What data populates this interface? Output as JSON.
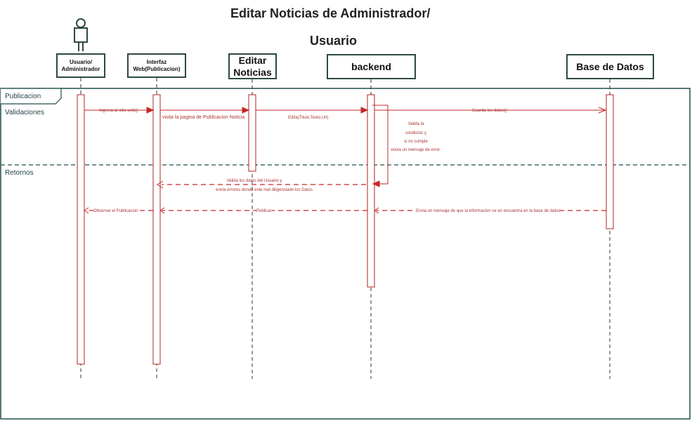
{
  "title_line1": "Editar Noticias de Administrador/",
  "title_line2": "Usuario",
  "participants": {
    "usuario": "Usuario/\nAdministrador",
    "interfaz": "Interfaz\nWeb(Publicacion)",
    "editar": "Editar\nNoticias",
    "backend": "backend",
    "base": "Base de Datos"
  },
  "frame": {
    "name": "Publicacion",
    "section1": "Validaciones",
    "section2": "Retornos"
  },
  "messages": {
    "m1": "Ingresa al sitio web()",
    "m2": "visita la pagina de Publicacion Noticia",
    "m3": "Edita(Titulo,Texto,Url)",
    "m4": "Guarda los datos()",
    "self1": "Valida la",
    "self2": "condicion y",
    "self3": "si no cumple",
    "self4": "envia un mensaje de error.",
    "r1a": "Valida los datos del Usuario y",
    "r1b": "envia errores donde este mal diligenciado los Datos",
    "r2": "Observar el Publicacion",
    "r3": "Publicar",
    "r4": "Envia un mensaje de que la informacion se en encuentra en la base de datos"
  },
  "colors": {
    "frame": "#1f4f4a",
    "lifeline": "#333333",
    "activation": "#b22222",
    "message": "#c62828"
  }
}
